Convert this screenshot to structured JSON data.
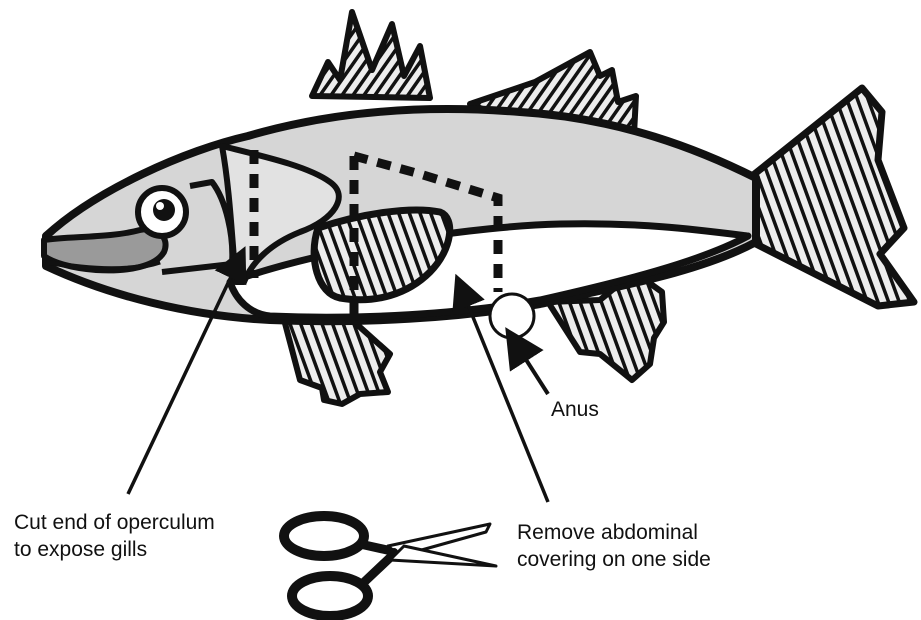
{
  "labels": {
    "anus": "Anus",
    "operculum_line1": "Cut end of operculum",
    "operculum_line2": "to expose gills",
    "abdominal_line1": "Remove abdominal",
    "abdominal_line2": "covering on one side"
  },
  "colors": {
    "ink": "#111111",
    "body_fill": "#d4d4d4",
    "belly_fill": "#ffffff",
    "fin_fill": "#e6e6e6"
  },
  "icons": [
    "fish-illustration",
    "scissors-icon"
  ]
}
